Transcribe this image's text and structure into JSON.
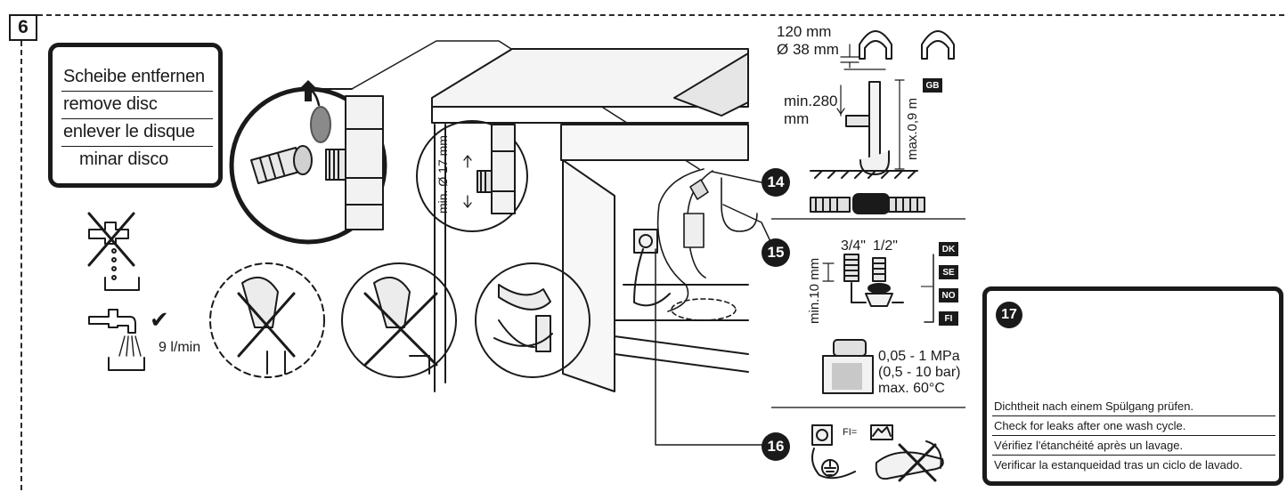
{
  "step_number": "6",
  "disc_labels": [
    "Scheibe entfernen",
    "remove disc",
    "enlever le disque",
    "minar disco"
  ],
  "valve": {
    "thread_label": "min. Ø 17 mm"
  },
  "flow": {
    "rate_label": "9 l/min",
    "check_mark": "✔"
  },
  "callouts": {
    "c14": "14",
    "c15": "15",
    "c16": "16",
    "c17": "17"
  },
  "drain": {
    "height_label": "120 mm",
    "diameter_label": "Ø 38 mm",
    "min_height_line1": "min.280",
    "min_height_line2": "mm",
    "max_height_label": "max.0,9 m",
    "country_gb": "GB"
  },
  "water_supply": {
    "thread_a": "3/4\"",
    "thread_b": "1/2\"",
    "min_length_label": "min.10 mm",
    "countries": [
      "DK",
      "SE",
      "NO",
      "FI"
    ],
    "pressure_line1": "0,05 - 1 MPa",
    "pressure_line2": "(0,5 - 10 bar)",
    "pressure_line3": "max. 60°C"
  },
  "electric": {
    "fi_label": "FI="
  },
  "leak_check": [
    "Dichtheit nach einem Spülgang prüfen.",
    "Check for leaks after one wash cycle.",
    "Vérifiez l'étanchéité après un lavage.",
    "Verificar la estanqueidad tras un ciclo de lavado."
  ],
  "icons": [
    "up-arrow-icon",
    "tap-icon",
    "check-icon",
    "no-tap-icon",
    "plug-icon",
    "earth-icon",
    "fi-switch-icon",
    "cross-icon"
  ]
}
